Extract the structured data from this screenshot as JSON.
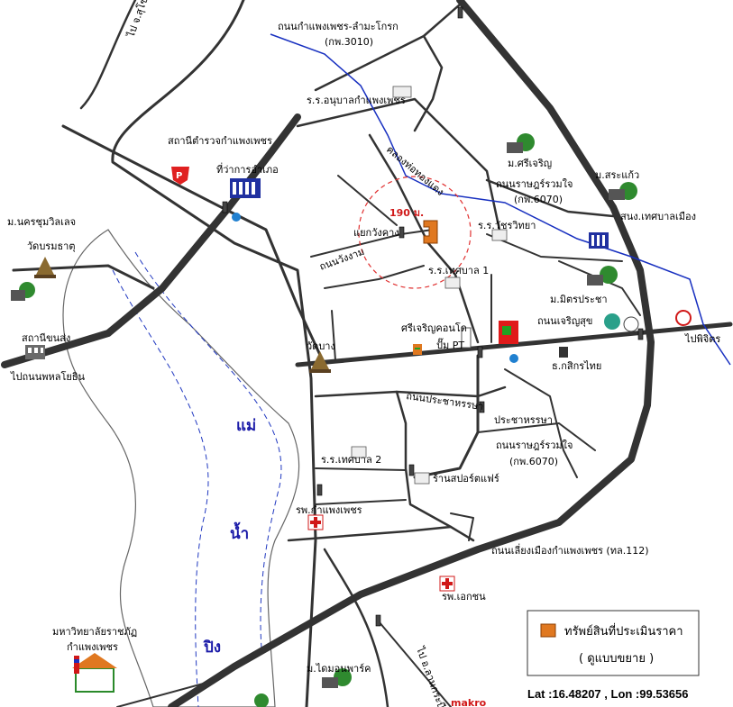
{
  "map": {
    "area_labels": {
      "nhom_text": "แม่",
      "nam_text": "น้ำ",
      "ping_text": "ปิง"
    },
    "road_labels": {
      "rd_kamphaeng_lamkhlok": "ถนนกำแพงเพชร-ลำมะโกรก",
      "rd_kp3010": "(กพ.3010)",
      "rd_ratchaphromjai_top": "ถนนราษฎร์รวมใจ",
      "rd_kp6070_top": "(กพ.6070)",
      "rd_nakhonchum_left": "ถนนเจริญสุข",
      "rd_bypass": "ถนนเลี่ยงเมืองกำแพงเพชร (ทล.112)",
      "rd_ratchaphromjai_bottom": "ถนนราษฎร์รวมใจ",
      "rd_kp6070_bottom": "(กพ.6070)",
      "rd_prachakhonkhon": "ถนนประชาหรรษา",
      "rd_prachaharsa": "ประชาหรรษา",
      "rd_wangngam": "ถนนวังงาม",
      "rd_khlong": "คลองท่อทองแดง",
      "to_phichit": "ไปพิจิตร",
      "to_phahon": "ไปถนนพหลโยธิน",
      "to_top_left": "ไป จ.สุโขทัย",
      "to_bottom": "ไป อ.ลานกระบือ"
    },
    "place_labels": {
      "police": "สถานีตำรวจกำแพงเพชร",
      "district": "ที่ว่าการอำเภอ",
      "school_kindergarten": "ร.ร.อนุบาลกำแพงเพชร",
      "school_mcharoen": "ม.ศรีเจริญ",
      "school_msakaeo": "ม.สระแก้ว",
      "school_ratchawitthaya": "ร.ร.วัชรวิทยา",
      "muni_office": "สนง.เทศบาลเมือง",
      "school_thessaban1": "ร.ร.เทศบาล 1",
      "village_mmitpracha": "ม.มิตรประชา",
      "condo": "ศรีเจริญคอนโด",
      "pump": "ปั๊ม PT",
      "bank": "ธ.กสิกรไทย",
      "wat_bang": "วัดบาง",
      "school_thessaban2": "ร.ร.เทศบาล 2",
      "shop_sportsfair": "ร้านสปอร์ตแฟร์",
      "hospital_kp": "รพ.กำแพงเพชร",
      "hospital_private": "รพ.เอกชน",
      "university": "มหาวิทยาลัยราชภัฏ",
      "university2": "กำแพงเพชร",
      "village_nakhonchum": "ม.นครชุมวิลเลจ",
      "wat_boromthat": "วัดบรมธาตุ",
      "bus_station": "สถานีขนส่ง",
      "village_bottom": "ม.ไดมอนพาร์ค",
      "makro": "makro",
      "intersection": "แยกวังคาง",
      "distance": "190 ม."
    },
    "legend": {
      "property_text": "ทรัพย์สินที่ประเมินราคา",
      "zoom_text": "( ดูแบบขยาย )"
    },
    "coordinates": "Lat :16.48207 , Lon :99.53656",
    "colors": {
      "road": "#333333",
      "river_outline": "#444444",
      "river_fill": "#ffffff",
      "canal": "#1830c0",
      "highlight": "#e07820",
      "circle": "#e03030"
    }
  }
}
